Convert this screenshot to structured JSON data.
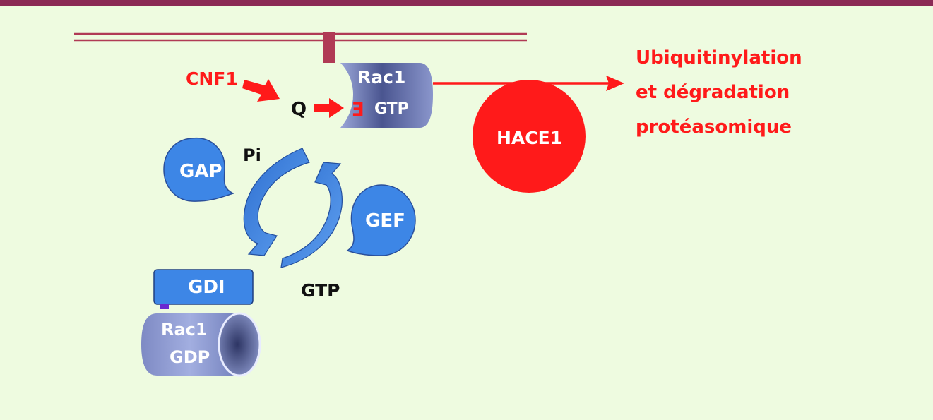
{
  "labels": {
    "cnf1": "CNF1",
    "q": "Q",
    "e": "E",
    "rac1_top": "Rac1",
    "gtp_top": "GTP",
    "hace1": "HACE1",
    "gap": "GAP",
    "pi": "Pi",
    "gef": "GEF",
    "gdi": "GDI",
    "gtp_cycle": "GTP",
    "rac1_bottom": "Rac1",
    "gdp_bottom": "GDP"
  },
  "outcome": {
    "line1": "Ubiquitinylation",
    "line2": "et dégradation",
    "line3": "protéasomique"
  },
  "colors": {
    "background": "#eefbe0",
    "top_bar": "#8b2a55",
    "membrane": "#b03a55",
    "red": "#ff1a1a",
    "blue": "#3d86e6",
    "cylinder": "#5c6aa8"
  }
}
